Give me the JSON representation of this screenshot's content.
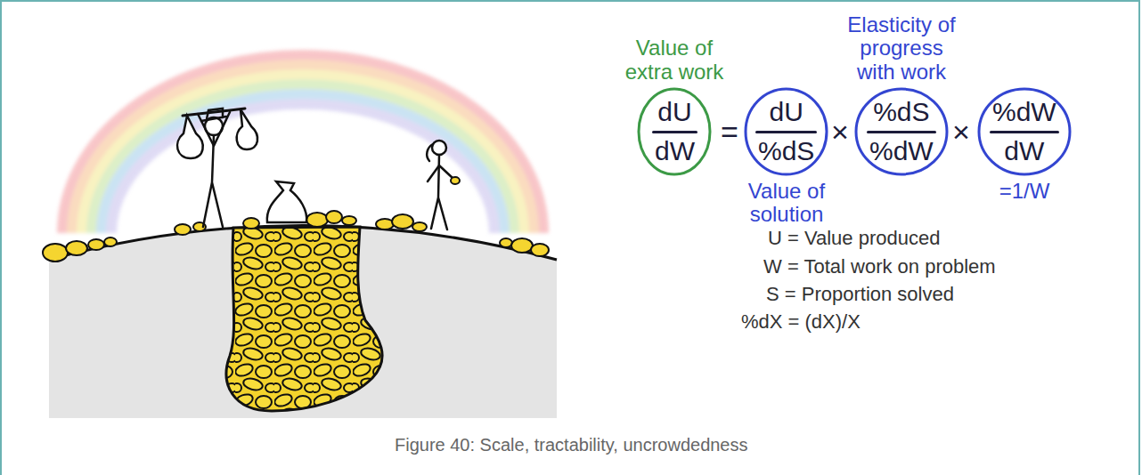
{
  "diagram": {
    "caption": "Figure 40: Scale, tractability, uncrowdedness",
    "nodes": [
      {
        "text": [
          "Value of extra work",
          "dU",
          "dW"
        ]
      },
      {
        "text": [
          "dU",
          "%dS",
          "Value of solution"
        ]
      },
      {
        "text": [
          "Elasticity of progress with work",
          "%dS",
          "%dW"
        ]
      },
      {
        "text": [
          "%dW",
          "dW",
          "=1/W"
        ]
      }
    ],
    "labels": [
      "=",
      "×",
      "×",
      "U = Value produced",
      "W = Total work on problem",
      "S = Proportion solved",
      "%dX = (dX)/X"
    ]
  }
}
